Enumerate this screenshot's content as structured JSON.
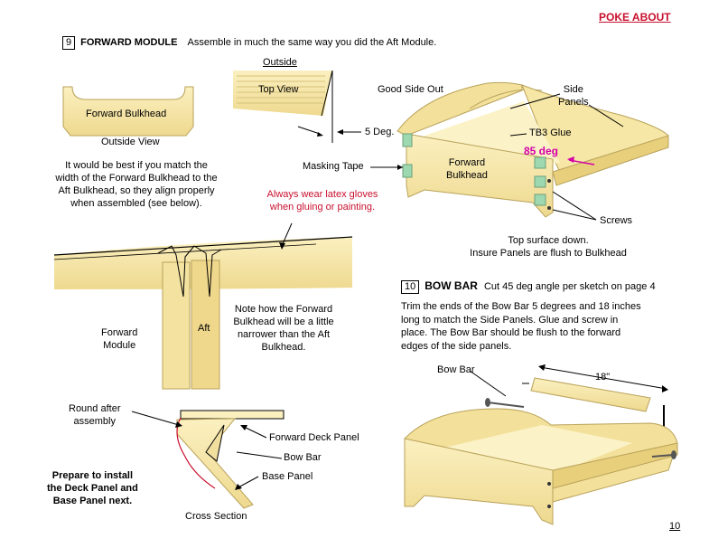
{
  "header": {
    "link": "POKE ABOUT"
  },
  "page_number": "10",
  "step9": {
    "number": "9",
    "title": "FORWARD MODULE",
    "subtitle": "Assemble in much the same way you did the Aft Module.",
    "forward_bulkhead_label": "Forward Bulkhead",
    "outside_view_label": "Outside View",
    "outside_label": "Outside",
    "top_view_label": "Top View",
    "deg5_label": "5 Deg.",
    "match_note": [
      "It would be best if you  match the",
      "width of the Forward Bulkhead to the",
      "Aft Bulkhead, so they align properly",
      "when assembled (see below)."
    ],
    "gloves_note": [
      "Always wear latex gloves",
      "when gluing or painting."
    ],
    "good_side_out": "Good Side Out",
    "side_panels": [
      "Side",
      "Panels"
    ],
    "tb3_glue": "TB3 Glue",
    "deg85": "85 deg",
    "masking_tape": "Masking Tape",
    "fwd_bulkhead_3d": [
      "Forward",
      "Bulkhead"
    ],
    "screws": "Screws",
    "top_surface": [
      "Top surface down.",
      "Insure Panels are flush to Bulkhead"
    ],
    "forward_module": [
      "Forward",
      "Module"
    ],
    "aft": "Aft",
    "narrower_note": [
      "Note how the Forward",
      "Bulkhead will be a little",
      "narrower than the Aft",
      "Bulkhead."
    ]
  },
  "step10": {
    "number": "10",
    "title": "BOW BAR",
    "subtitle": "Cut 45 deg angle per sketch on page 4",
    "body": [
      "Trim the ends of the Bow Bar 5 degrees and 18 inches",
      "long to match the Side Panels.  Glue and screw in",
      "place.  The Bow Bar should be flush to the forward",
      "edges of the side panels."
    ],
    "bow_bar_label": "Bow Bar",
    "length_label": "18\""
  },
  "cross_section": {
    "round_after": [
      "Round  after",
      "assembly"
    ],
    "forward_deck_panel": "Forward Deck Panel",
    "bow_bar": "Bow Bar",
    "base_panel": "Base Panel",
    "caption": "Cross Section",
    "prepare_note": [
      "Prepare to install",
      "the Deck Panel and",
      "Base Panel next."
    ]
  },
  "colors": {
    "wood": "#f6e7a6",
    "wood_edge": "#c9b36a",
    "tape": "#9ed8b0",
    "magenta": "#d400a8",
    "red": "#c8102e"
  }
}
